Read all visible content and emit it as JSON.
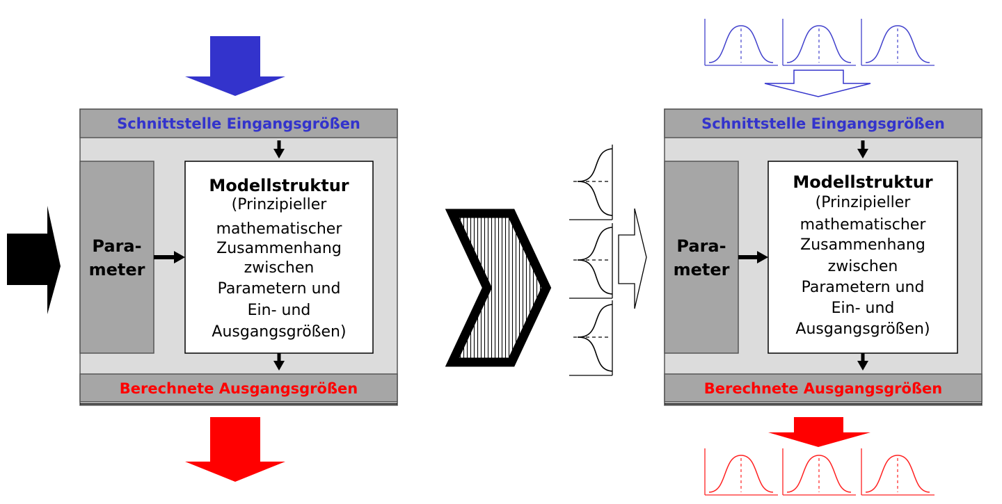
{
  "left_model": {
    "input_interface": "Schnittstelle Eingangsgrößen",
    "parameter_lines": [
      "Para-",
      "meter"
    ],
    "structure_title": "Modellstruktur",
    "structure_lines": [
      "(Prinzipieller",
      "mathematischer",
      "Zusammenhang",
      "zwischen",
      "Parametern und",
      "Ein- und",
      "Ausgangsgrößen)"
    ],
    "output_interface": "Berechnete Ausgangsgrößen"
  },
  "right_model": {
    "input_interface": "Schnittstelle Eingangsgrößen",
    "parameter_lines": [
      "Para-",
      "meter"
    ],
    "structure_title": "Modellstruktur",
    "structure_lines": [
      "(Prinzipieller",
      "mathematischer",
      "Zusammenhang",
      "zwischen",
      "Parametern und",
      "Ein- und",
      "Ausgangsgrößen)"
    ],
    "output_interface": "Berechnete Ausgangsgrößen"
  },
  "colors": {
    "input": "#3333cc",
    "output": "#ff0000",
    "frame_fill": "#dcdcdc",
    "header_fill": "#a6a6a6",
    "parameter_fill": "#a6a6a6",
    "curve_input": "#4040cc",
    "curve_output": "#ff2020",
    "line": "#000000"
  }
}
